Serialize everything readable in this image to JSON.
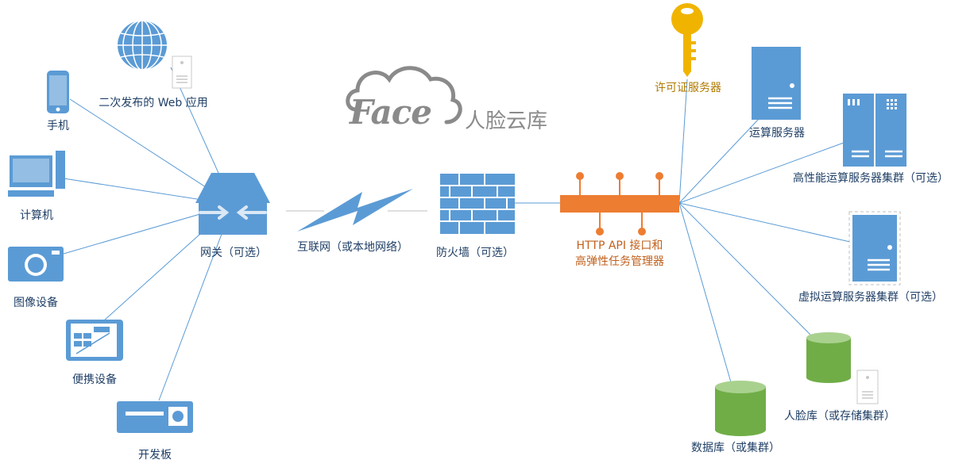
{
  "logo": {
    "brand": "Face",
    "subtitle": "人脸云库"
  },
  "labels": {
    "web_app": "二次发布的 Web 应用",
    "phone": "手机",
    "computer": "计算机",
    "camera": "图像设备",
    "portable": "便携设备",
    "devboard": "开发板",
    "gateway": "网关（可选）",
    "internet": "互联网（或本地网络）",
    "firewall": "防火墙（可选）",
    "api_line1": "HTTP API 接口和",
    "api_line2": "高弹性任务管理器",
    "license": "许可证服务器",
    "compute": "运算服务器",
    "hpc": "高性能运算服务器集群（可选）",
    "virtual": "虚拟运算服务器集群（可选）",
    "facedb": "人脸库（或存储集群）",
    "database": "数据库（或集群）"
  },
  "colors": {
    "device_blue": "#5b9bd5",
    "line_blue": "#5b9bd5",
    "api_orange": "#ed7d31",
    "db_green": "#70ad47",
    "key_gold": "#f0b400",
    "logo_gray": "#8a8a8a"
  }
}
